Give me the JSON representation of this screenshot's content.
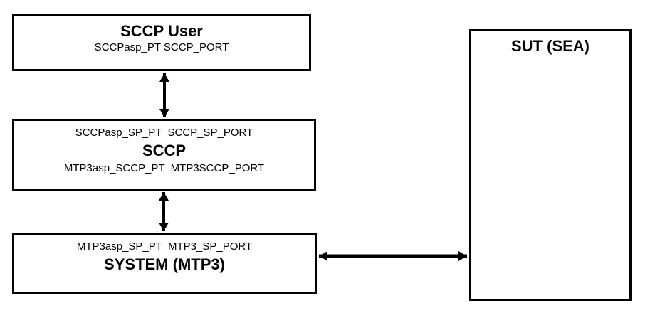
{
  "diagram": {
    "boxes": {
      "sccp_user": {
        "title": "SCCP User",
        "ports": "SCCPasp_PT SCCP_PORT"
      },
      "sccp": {
        "ports_top": "SCCPasp_SP_PT  SCCP_SP_PORT",
        "title": "SCCP",
        "ports_bottom": "MTP3asp_SCCP_PT  MTP3SCCP_PORT"
      },
      "system_mtp3": {
        "ports": "MTP3asp_SP_PT  MTP3_SP_PORT",
        "title": "SYSTEM (MTP3)"
      },
      "sut": {
        "title": "SUT (SEA)"
      }
    },
    "connections": [
      {
        "from": "sccp_user",
        "to": "sccp",
        "style": "double-headed-arrow"
      },
      {
        "from": "sccp",
        "to": "system_mtp3",
        "style": "double-headed-arrow"
      },
      {
        "from": "system_mtp3",
        "to": "sut",
        "style": "double-headed-arrow"
      }
    ],
    "colors": {
      "border": "#000000",
      "background": "#ffffff",
      "text": "#000000",
      "arrow": "#000000"
    }
  }
}
